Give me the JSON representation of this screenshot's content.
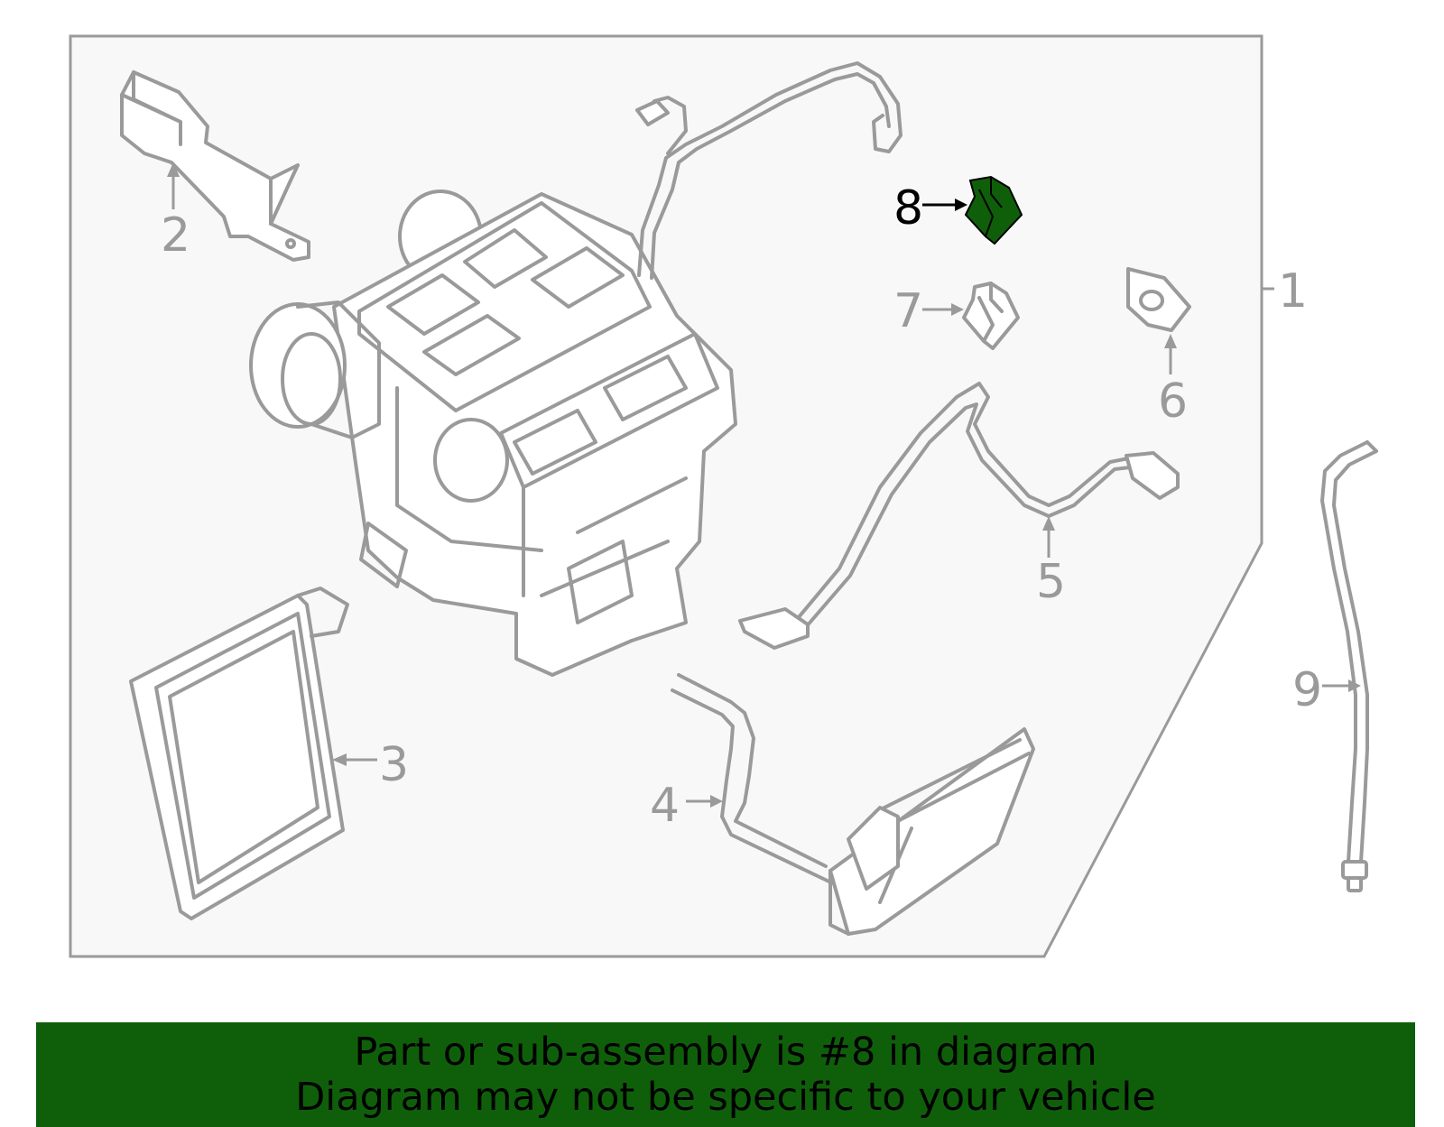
{
  "diagram": {
    "callouts": [
      {
        "id": "1",
        "label": "1"
      },
      {
        "id": "2",
        "label": "2"
      },
      {
        "id": "3",
        "label": "3"
      },
      {
        "id": "4",
        "label": "4"
      },
      {
        "id": "5",
        "label": "5"
      },
      {
        "id": "6",
        "label": "6"
      },
      {
        "id": "7",
        "label": "7"
      },
      {
        "id": "8",
        "label": "8"
      },
      {
        "id": "9",
        "label": "9"
      }
    ],
    "highlighted_part": "8"
  },
  "banner": {
    "line1": "Part or sub-assembly is #8 in diagram",
    "line2": "Diagram may not be specific to your vehicle"
  },
  "colors": {
    "highlight": "#0f5f0a",
    "banner_bg": "#0f5f0a",
    "line_art": "#9a9a9a",
    "panel_bg": "#f8f8f8"
  }
}
